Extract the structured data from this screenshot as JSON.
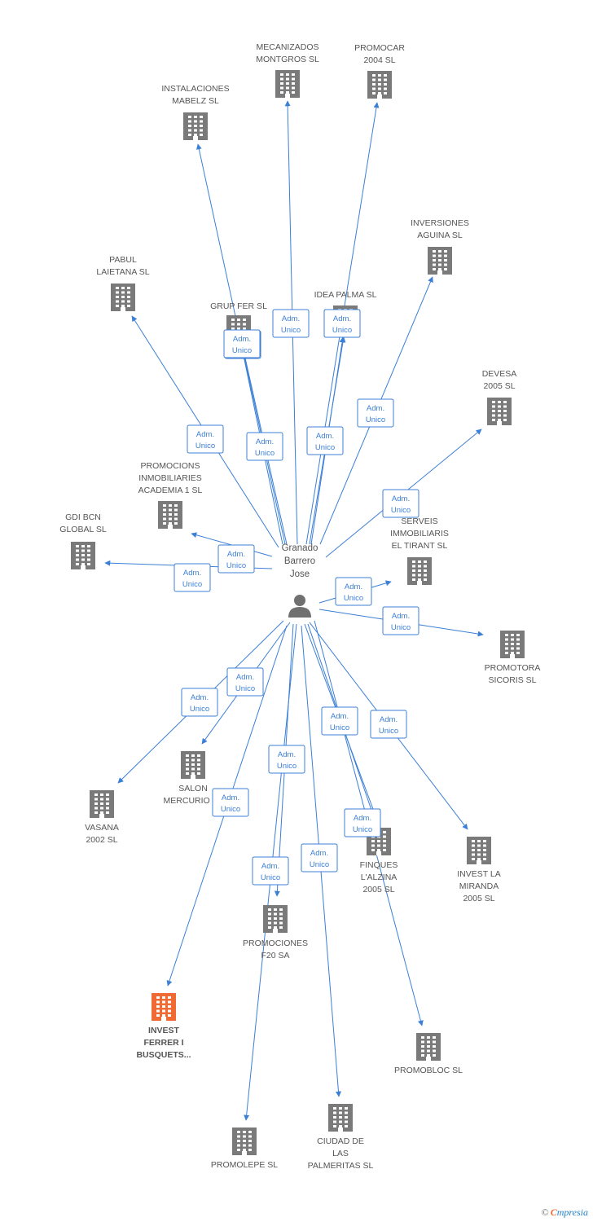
{
  "colors": {
    "edge": "#3b7fd6",
    "building": "#7a7a7a",
    "highlight": "#f06b33",
    "person": "#707070",
    "label_text": "#555555"
  },
  "person": {
    "id": "p",
    "name_lines": [
      "Granado",
      "Barrero",
      "Jose"
    ],
    "icon": "person-icon"
  },
  "edge_label": [
    "Adm.",
    "Unico"
  ],
  "companies": [
    {
      "id": "mecanizados",
      "lines": [
        "MECANIZADOS",
        "MONTGROS SL"
      ],
      "icon": "building-icon"
    },
    {
      "id": "promocar",
      "lines": [
        "PROMOCAR",
        "2004 SL"
      ],
      "icon": "building-icon"
    },
    {
      "id": "instalaciones",
      "lines": [
        "INSTALACIONES",
        "MABELZ SL"
      ],
      "icon": "building-icon"
    },
    {
      "id": "inversiones",
      "lines": [
        "INVERSIONES",
        "AGUINA SL"
      ],
      "icon": "building-icon"
    },
    {
      "id": "pabul",
      "lines": [
        "PABUL",
        "LAIETANA SL"
      ],
      "icon": "building-icon"
    },
    {
      "id": "grupfer",
      "lines": [
        "GRUP FER SL"
      ],
      "icon": "building-icon"
    },
    {
      "id": "ideapalma",
      "lines": [
        "IDEA PALMA SL"
      ],
      "icon": "building-icon"
    },
    {
      "id": "devesa",
      "lines": [
        "DEVESA",
        "2005 SL"
      ],
      "icon": "building-icon"
    },
    {
      "id": "academia",
      "lines": [
        "PROMOCIONS",
        "INMOBILIARIES",
        "ACADEMIA 1 SL"
      ],
      "icon": "building-icon"
    },
    {
      "id": "gdibcn",
      "lines": [
        "GDI BCN",
        "GLOBAL SL"
      ],
      "icon": "building-icon"
    },
    {
      "id": "tirant",
      "lines": [
        "SERVEIS",
        "IMMOBILIARIS",
        "EL TIRANT SL"
      ],
      "icon": "building-icon"
    },
    {
      "id": "sicoris",
      "lines": [
        "PROMOTORA",
        "SICORIS SL"
      ],
      "icon": "building-icon"
    },
    {
      "id": "salon",
      "lines": [
        "SALON",
        "MERCURIO SL"
      ],
      "icon": "building-icon"
    },
    {
      "id": "vasana",
      "lines": [
        "VASANA",
        "2002 SL"
      ],
      "icon": "building-icon"
    },
    {
      "id": "finques",
      "lines": [
        "FINQUES",
        "L'ALZINA",
        "2005 SL"
      ],
      "icon": "building-icon"
    },
    {
      "id": "miranda",
      "lines": [
        "INVEST LA",
        "MIRANDA",
        "2005 SL"
      ],
      "icon": "building-icon"
    },
    {
      "id": "f20",
      "lines": [
        "PROMOCIONES",
        "F20 SA"
      ],
      "icon": "building-icon"
    },
    {
      "id": "ferrer",
      "lines": [
        "INVEST",
        "FERRER I",
        "BUSQUETS..."
      ],
      "icon": "building-icon",
      "highlight": true
    },
    {
      "id": "promobloc",
      "lines": [
        "PROMOBLOC SL"
      ],
      "icon": "building-icon"
    },
    {
      "id": "palmeritas",
      "lines": [
        "CIUDAD DE",
        "LAS",
        "PALMERITAS SL"
      ],
      "icon": "building-icon"
    },
    {
      "id": "promolepe",
      "lines": [
        "PROMOLEPE SL"
      ],
      "icon": "building-icon"
    }
  ],
  "edges": [
    {
      "to": "mecanizados"
    },
    {
      "to": "promocar"
    },
    {
      "to": "instalaciones"
    },
    {
      "to": "inversiones"
    },
    {
      "to": "pabul"
    },
    {
      "to": "grupfer"
    },
    {
      "to": "ideapalma"
    },
    {
      "to": "devesa"
    },
    {
      "to": "academia"
    },
    {
      "to": "gdibcn"
    },
    {
      "to": "tirant"
    },
    {
      "to": "sicoris"
    },
    {
      "to": "salon"
    },
    {
      "to": "vasana"
    },
    {
      "to": "finques"
    },
    {
      "to": "miranda"
    },
    {
      "to": "f20"
    },
    {
      "to": "ferrer"
    },
    {
      "to": "promobloc"
    },
    {
      "to": "palmeritas"
    },
    {
      "to": "promolepe"
    },
    {
      "to": "grupfer"
    },
    {
      "to": "ideapalma"
    },
    {
      "to": "finques"
    }
  ],
  "footer": {
    "copyright": "©",
    "brand_first": "C",
    "brand_rest": "mpresia"
  }
}
